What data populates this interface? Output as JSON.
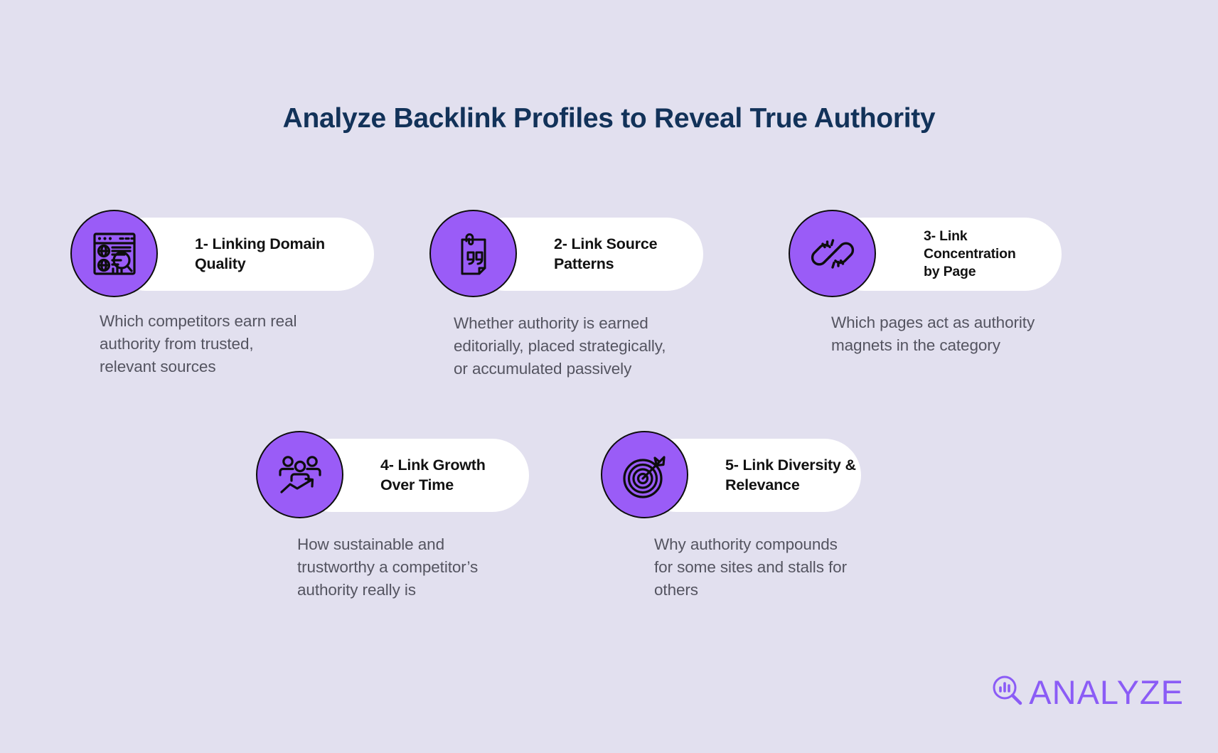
{
  "title": "Analyze Backlink Profiles to Reveal True Authority",
  "colors": {
    "background": "#e2e0ef",
    "title": "#123259",
    "purple": "#9a5cf7",
    "brand_purple": "#8b5cf6",
    "card": "#ffffff",
    "body_text": "#545460"
  },
  "cards": [
    {
      "number": "1-",
      "title": "1- Linking Domain\nQuality",
      "desc": "Which competitors earn real\nauthority from trusted,\nrelevant sources",
      "icon": "browser-analytics-icon"
    },
    {
      "number": "2-",
      "title": "2- Link Source\nPatterns",
      "desc": "Whether authority is earned\neditorially, placed strategically,\nor accumulated passively",
      "icon": "document-quote-icon"
    },
    {
      "number": "3-",
      "title": "3- Link Concentration\nby Page",
      "desc": "Which pages act as authority\nmagnets in the category",
      "icon": "broken-chain-link-icon"
    },
    {
      "number": "4-",
      "title": "4- Link Growth\nOver Time",
      "desc": "How sustainable and\ntrustworthy a competitor’s\nauthority really is",
      "icon": "people-growth-arrow-icon"
    },
    {
      "number": "5-",
      "title": "5- Link Diversity &\nRelevance",
      "desc": "Why authority compounds\nfor some sites and stalls for\nothers",
      "icon": "target-arrow-icon"
    }
  ],
  "brand": {
    "name": "ANALYZE",
    "icon": "magnifier-barchart-icon"
  }
}
